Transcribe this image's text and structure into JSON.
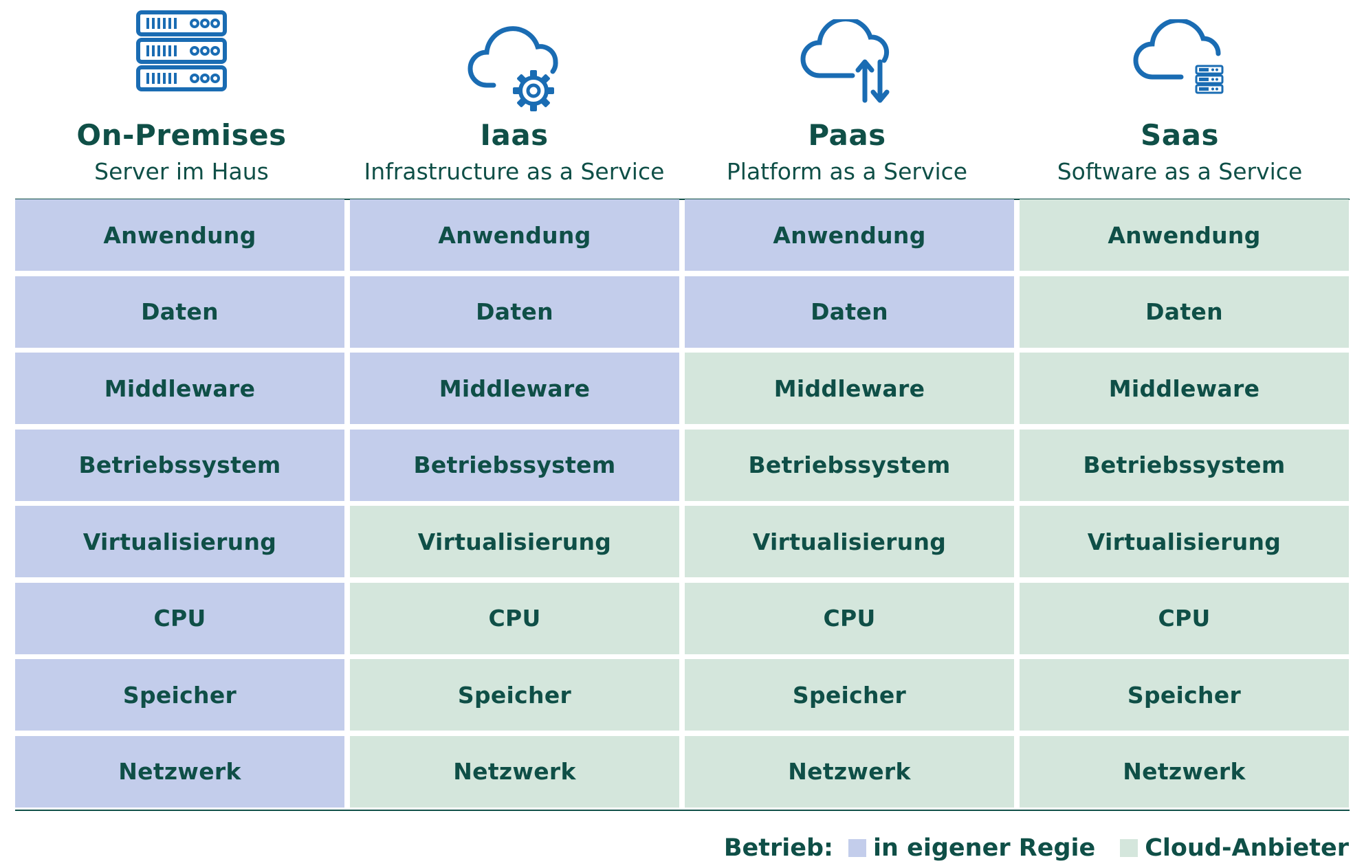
{
  "colors": {
    "own": "#c3cdeb",
    "cloud": "#d4e6dc",
    "text": "#0f4f47",
    "icon": "#1a6cb3"
  },
  "columns": [
    {
      "title": "On-Premises",
      "subtitle": "Server im Haus",
      "icon": "server-rack-icon",
      "cells": [
        {
          "label": "Anwendung",
          "provider": "own"
        },
        {
          "label": "Daten",
          "provider": "own"
        },
        {
          "label": "Middleware",
          "provider": "own"
        },
        {
          "label": "Betriebssystem",
          "provider": "own"
        },
        {
          "label": "Virtualisierung",
          "provider": "own"
        },
        {
          "label": "CPU",
          "provider": "own"
        },
        {
          "label": "Speicher",
          "provider": "own"
        },
        {
          "label": "Netzwerk",
          "provider": "own"
        }
      ]
    },
    {
      "title": "Iaas",
      "subtitle": "Infrastructure as a Service",
      "icon": "cloud-gear-icon",
      "cells": [
        {
          "label": "Anwendung",
          "provider": "own"
        },
        {
          "label": "Daten",
          "provider": "own"
        },
        {
          "label": "Middleware",
          "provider": "own"
        },
        {
          "label": "Betriebssystem",
          "provider": "own"
        },
        {
          "label": "Virtualisierung",
          "provider": "cloud"
        },
        {
          "label": "CPU",
          "provider": "cloud"
        },
        {
          "label": "Speicher",
          "provider": "cloud"
        },
        {
          "label": "Netzwerk",
          "provider": "cloud"
        }
      ]
    },
    {
      "title": "Paas",
      "subtitle": "Platform as a Service",
      "icon": "cloud-arrows-icon",
      "cells": [
        {
          "label": "Anwendung",
          "provider": "own"
        },
        {
          "label": "Daten",
          "provider": "own"
        },
        {
          "label": "Middleware",
          "provider": "cloud"
        },
        {
          "label": "Betriebssystem",
          "provider": "cloud"
        },
        {
          "label": "Virtualisierung",
          "provider": "cloud"
        },
        {
          "label": "CPU",
          "provider": "cloud"
        },
        {
          "label": "Speicher",
          "provider": "cloud"
        },
        {
          "label": "Netzwerk",
          "provider": "cloud"
        }
      ]
    },
    {
      "title": "Saas",
      "subtitle": "Software as a Service",
      "icon": "cloud-server-icon",
      "cells": [
        {
          "label": "Anwendung",
          "provider": "cloud"
        },
        {
          "label": "Daten",
          "provider": "cloud"
        },
        {
          "label": "Middleware",
          "provider": "cloud"
        },
        {
          "label": "Betriebssystem",
          "provider": "cloud"
        },
        {
          "label": "Virtualisierung",
          "provider": "cloud"
        },
        {
          "label": "CPU",
          "provider": "cloud"
        },
        {
          "label": "Speicher",
          "provider": "cloud"
        },
        {
          "label": "Netzwerk",
          "provider": "cloud"
        }
      ]
    }
  ],
  "legend": {
    "prefix": "Betrieb:",
    "own_label": "in eigener Regie",
    "cloud_label": "Cloud-Anbieter"
  }
}
